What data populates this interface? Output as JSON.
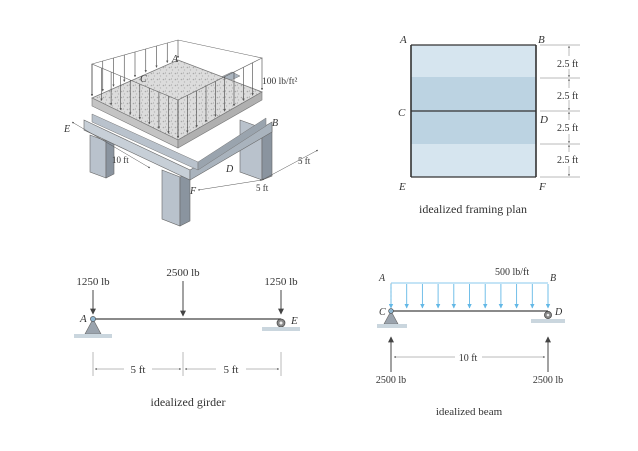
{
  "colors": {
    "steel": "#b9c2cc",
    "steel_dark": "#8a949f",
    "slab": "#d9d9d9",
    "plan_light": "#d6e5ef",
    "plan_dark": "#bcd3e2",
    "support": "#9aa3ad",
    "ground": "#cad6de",
    "load_arrow": "#63b8e6",
    "line": "#444444",
    "text": "#333333"
  },
  "icons": {
    "pin_support": "triangle-pin-icon",
    "roller_support": "roller-icon"
  },
  "isometric": {
    "labels": {
      "a": "A",
      "b": "B",
      "c": "C",
      "d": "D",
      "e": "E",
      "f": "F"
    },
    "load": "100 lb/ft²",
    "dims": {
      "left": "10 ft",
      "front": "5 ft",
      "right": "5 ft"
    }
  },
  "plan": {
    "labels": {
      "a": "A",
      "b": "B",
      "c": "C",
      "d": "D",
      "e": "E",
      "f": "F"
    },
    "dims": [
      "2.5 ft",
      "2.5 ft",
      "2.5 ft",
      "2.5 ft"
    ],
    "caption": "idealized framing plan"
  },
  "girder": {
    "loads": {
      "left": "1250 lb",
      "middle": "2500 lb",
      "right": "1250 lb"
    },
    "labels": {
      "a": "A",
      "e": "E"
    },
    "dims": [
      "5 ft",
      "5 ft"
    ],
    "caption": "idealized girder"
  },
  "beam": {
    "labels": {
      "a": "A",
      "b": "B",
      "c": "C",
      "d": "D"
    },
    "load": "500 lb/ft",
    "span": "10 ft",
    "reactions": {
      "left": "2500 lb",
      "right": "2500 lb"
    },
    "caption": "idealized beam"
  }
}
